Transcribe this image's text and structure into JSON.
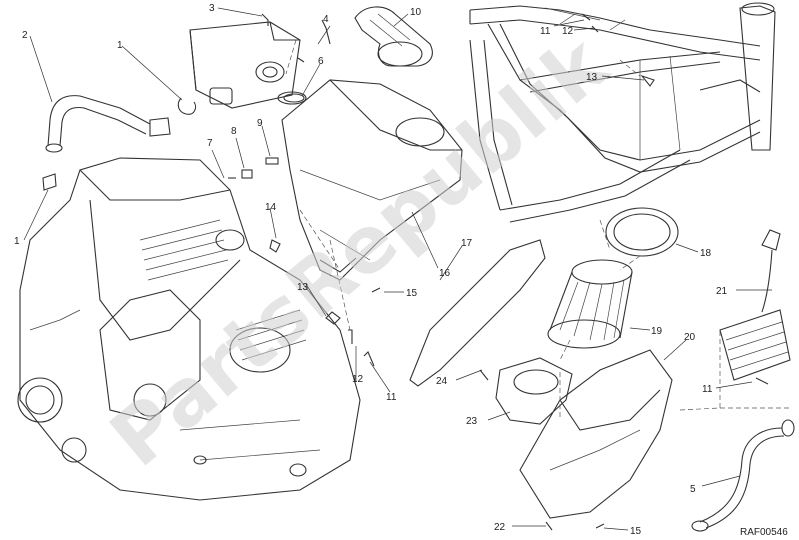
{
  "diagram": {
    "reference_code": "RAF00546",
    "watermark": "PartsRepublik",
    "callouts": [
      {
        "id": "c1a",
        "text": "1"
      },
      {
        "id": "c1b",
        "text": "1"
      },
      {
        "id": "c2",
        "text": "2"
      },
      {
        "id": "c3",
        "text": "3"
      },
      {
        "id": "c4",
        "text": "4"
      },
      {
        "id": "c5",
        "text": "5"
      },
      {
        "id": "c6",
        "text": "6"
      },
      {
        "id": "c7",
        "text": "7"
      },
      {
        "id": "c8",
        "text": "8"
      },
      {
        "id": "c9",
        "text": "9"
      },
      {
        "id": "c10",
        "text": "10"
      },
      {
        "id": "c11a",
        "text": "11"
      },
      {
        "id": "c11b",
        "text": "11"
      },
      {
        "id": "c11c",
        "text": "11"
      },
      {
        "id": "c12a",
        "text": "12"
      },
      {
        "id": "c12b",
        "text": "12"
      },
      {
        "id": "c13a",
        "text": "13"
      },
      {
        "id": "c13b",
        "text": "13"
      },
      {
        "id": "c14",
        "text": "14"
      },
      {
        "id": "c15a",
        "text": "15"
      },
      {
        "id": "c15b",
        "text": "15"
      },
      {
        "id": "c16",
        "text": "16"
      },
      {
        "id": "c17",
        "text": "17"
      },
      {
        "id": "c18",
        "text": "18"
      },
      {
        "id": "c19",
        "text": "19"
      },
      {
        "id": "c20",
        "text": "20"
      },
      {
        "id": "c21",
        "text": "21"
      },
      {
        "id": "c22",
        "text": "22"
      },
      {
        "id": "c23",
        "text": "23"
      },
      {
        "id": "c24",
        "text": "24"
      }
    ]
  }
}
